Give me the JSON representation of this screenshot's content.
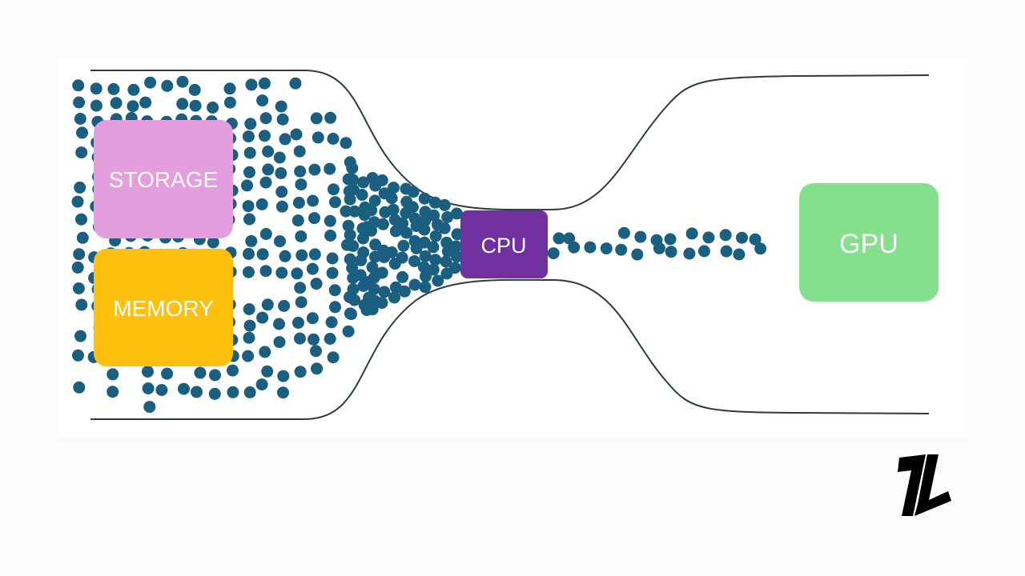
{
  "diagram": {
    "components": {
      "storage": {
        "label": "STORAGE",
        "color": "#e59edd"
      },
      "memory": {
        "label": "MEMORY",
        "color": "#fdc00f"
      },
      "cpu": {
        "label": "CPU",
        "color": "#7030a0"
      },
      "gpu": {
        "label": "GPU",
        "color": "#85e08d"
      }
    },
    "particle_color": "#1a5f7f",
    "outline_color": "#2b3a44"
  },
  "logo": {
    "text": "1L",
    "color": "#000000"
  }
}
